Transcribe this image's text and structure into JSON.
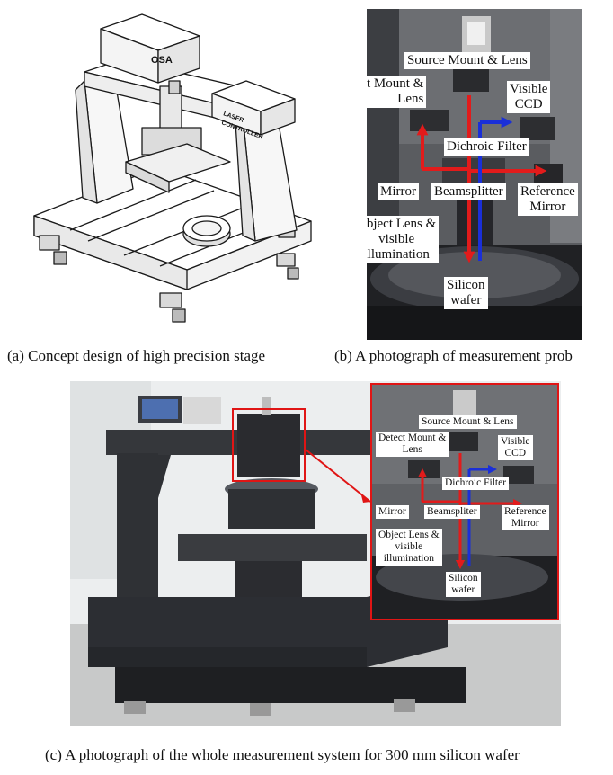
{
  "figure": {
    "caption_a": "(a) Concept design of high precision stage",
    "caption_b": "(b) A photograph of measurement prob",
    "caption_c": "(c) A photograph of the whole measurement system for 300 mm silicon wafer"
  },
  "panel_a": {
    "osa_label": "OSA",
    "laser_label_1": "LASER",
    "laser_label_2": "CONTROLLER"
  },
  "panel_b": {
    "labels": {
      "source": "Source Mount & Lens",
      "detect_1": "Detect Mount &",
      "detect_2": "Lens",
      "visible_1": "Visible",
      "visible_2": "CCD",
      "dichroic": "Dichroic Filter",
      "mirror": "Mirror",
      "beamsplitter": "Beamsplitter",
      "reference_1": "Reference",
      "reference_2": "Mirror",
      "object_1": "Object Lens &",
      "object_2": "visible",
      "object_3": "illumination",
      "silicon_1": "Silicon",
      "silicon_2": "wafer"
    }
  },
  "panel_c": {
    "labels": {
      "source": "Source Mount & Lens",
      "detect_1": "Detect Mount &",
      "detect_2": "Lens",
      "visible_1": "Visible",
      "visible_2": "CCD",
      "dichroic": "Dichroic Filter",
      "mirror": "Mirror",
      "beamsplitter": "Beamspliter",
      "reference_1": "Reference",
      "reference_2": "Mirror",
      "object_1": "Object Lens &",
      "object_2": "visible",
      "object_3": "illumination",
      "silicon_1": "Silicon",
      "silicon_2": "wafer"
    }
  },
  "colors": {
    "beam_red": "#e21b1b",
    "beam_blue": "#1a2fd8",
    "highlight_border": "#e01515",
    "granite": "#2c2e33"
  }
}
